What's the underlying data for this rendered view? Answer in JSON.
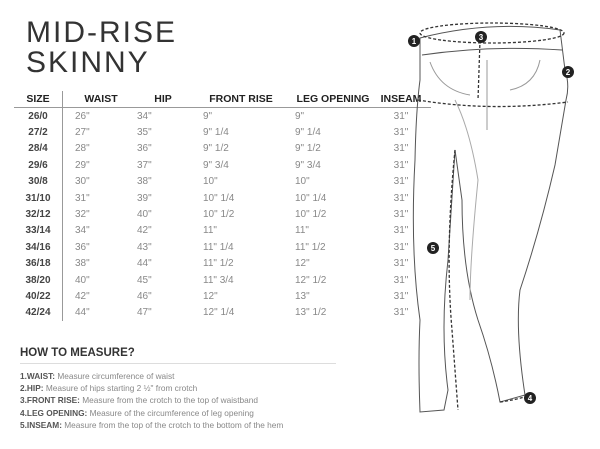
{
  "title_line1": "MID-RISE",
  "title_line2": "SKINNY",
  "table": {
    "headers": [
      "SIZE",
      "WAIST",
      "HIP",
      "FRONT RISE",
      "LEG OPENING",
      "INSEAM"
    ],
    "rows": [
      [
        "26/0",
        "26\"",
        "34\"",
        "9\"",
        "9\"",
        "31\""
      ],
      [
        "27/2",
        "27\"",
        "35\"",
        "9\" 1/4",
        "9\" 1/4",
        "31\""
      ],
      [
        "28/4",
        "28\"",
        "36\"",
        "9\" 1/2",
        "9\" 1/2",
        "31\""
      ],
      [
        "29/6",
        "29\"",
        "37\"",
        "9\" 3/4",
        "9\" 3/4",
        "31\""
      ],
      [
        "30/8",
        "30\"",
        "38\"",
        "10\"",
        "10\"",
        "31\""
      ],
      [
        "31/10",
        "31\"",
        "39\"",
        "10\" 1/4",
        "10\" 1/4",
        "31\""
      ],
      [
        "32/12",
        "32\"",
        "40\"",
        "10\" 1/2",
        "10\" 1/2",
        "31\""
      ],
      [
        "33/14",
        "34\"",
        "42\"",
        "11\"",
        "11\"",
        "31\""
      ],
      [
        "34/16",
        "36\"",
        "43\"",
        "11\" 1/4",
        "11\" 1/2",
        "31\""
      ],
      [
        "36/18",
        "38\"",
        "44\"",
        "11\" 1/2",
        "12\"",
        "31\""
      ],
      [
        "38/20",
        "40\"",
        "45\"",
        "11\" 3/4",
        "12\" 1/2",
        "31\""
      ],
      [
        "40/22",
        "42\"",
        "46\"",
        "12\"",
        "13\"",
        "31\""
      ],
      [
        "42/24",
        "44\"",
        "47\"",
        "12\" 1/4",
        "13\" 1/2",
        "31\""
      ]
    ]
  },
  "how_to_measure": {
    "heading": "HOW TO MEASURE?",
    "steps": [
      {
        "num": "1.",
        "label": "WAIST:",
        "text": " Measure circumference of waist"
      },
      {
        "num": "2.",
        "label": "HIP:",
        "text": " Measure of hips starting 2 ½\" from crotch"
      },
      {
        "num": "3.",
        "label": "FRONT RISE:",
        "text": " Measure from the crotch to the top of waistband"
      },
      {
        "num": "4.",
        "label": "LEG OPENING:",
        "text": " Measure of the circumference of leg opening"
      },
      {
        "num": "5.",
        "label": "INSEAM:",
        "text": " Measure from the top of the crotch to the bottom of the hem"
      }
    ]
  },
  "markers": [
    "1",
    "2",
    "3",
    "4",
    "5"
  ]
}
